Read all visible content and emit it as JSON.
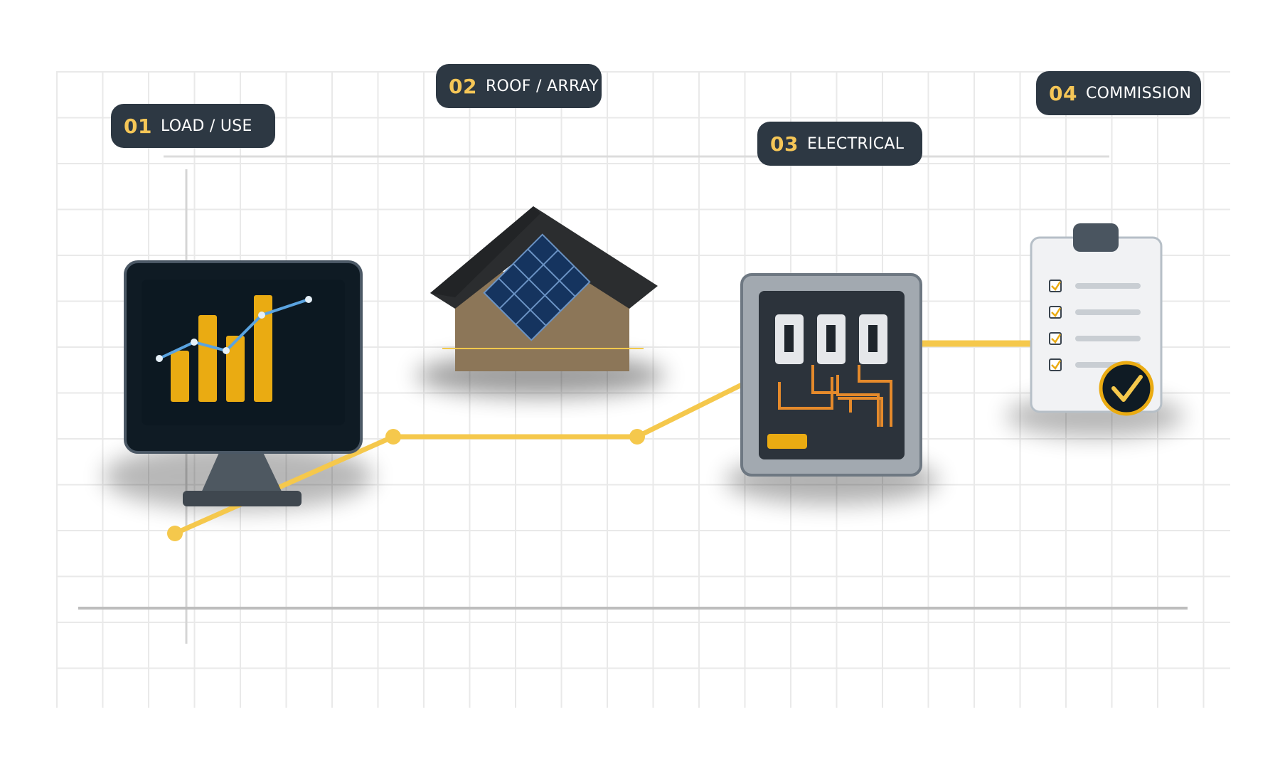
{
  "steps": [
    {
      "num": "01",
      "label": "LOAD / USE",
      "icon": "monitor-chart-icon"
    },
    {
      "num": "02",
      "label": "ROOF / ARRAY",
      "icon": "house-solar-panel-icon"
    },
    {
      "num": "03",
      "label": "ELECTRICAL",
      "icon": "electrical-panel-icon"
    },
    {
      "num": "04",
      "label": "COMMISSION",
      "icon": "clipboard-check-icon"
    }
  ],
  "colors": {
    "pill_bg": "#2d3843",
    "number": "#f5c657",
    "path": "#f5c84c",
    "bar": "#eaab12",
    "trend_line": "#5aa3e0",
    "solar_cell": "#15345f",
    "roof": "#2b2d2f",
    "wall": "#8c7658",
    "wiring": "#e58a2b",
    "grid": "#e9e9e9"
  }
}
